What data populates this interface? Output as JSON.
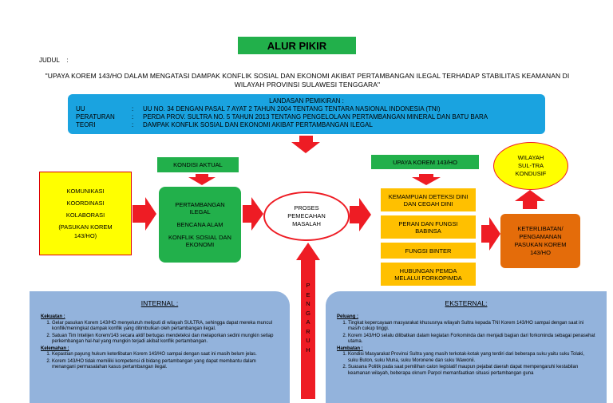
{
  "title": "ALUR PIKIR",
  "judul_label": "JUDUL    :",
  "judul_text": "\"UPAYA KOREM 143/HO DALAM MENGATASI DAMPAK KONFLIK SOSIAL DAN EKONOMI AKIBAT PERTAMBANGAN ILEGAL TERHADAP STABILITAS KEAMANAN DI WILAYAH PROVINSI SULAWESI TENGGARA\"",
  "landasan": {
    "title": "LANDASAN PEMIKIRAN :",
    "rows": [
      {
        "label": "UU",
        "colon": ":",
        "value": "UU NO. 34 DENGAN PASAL 7 AYAT 2 TAHUN 2004 TENTANG TENTARA NASIONAL INDONESIA (TNI)"
      },
      {
        "label": "PERATURAN",
        "colon": ":",
        "value": "PERDA PROV. SULTRA NO. 5 TAHUN 2013 TENTANG PENGELOLAAN PERTAMBANGAN MINERAL DAN BATU BARA"
      },
      {
        "label": "TEORI",
        "colon": ":",
        "value": "DAMPAK KONFLIK SOSIAL DAN EKONOMI AKIBAT PERTAMBANGAN ILEGAL"
      }
    ]
  },
  "left_box": [
    "KOMUNIKASI",
    "KOORDINASI",
    "KOLABORASI",
    "(PASUKAN KOREM 143/HO)"
  ],
  "kondisi_label": "KONDISI AKTUAL",
  "kondisi_items": [
    "PERTAMBANGAN ILEGAL",
    "BENCANA ALAM",
    "KONFLIK SOSIAL DAN EKONOMI"
  ],
  "proses_label": "PROSES PEMECAHAN MASALAH",
  "upaya_label": "UPAYA KOREM 143/HO",
  "upaya_items": [
    "KEMAMPUAN DETEKSI DINI DAN CEGAH DINI",
    "PERAN DAN FUNGSI BABINSA",
    "FUNGSI BINTER",
    "HUBUNGAN PEMDA MELALUI FORKOPIMDA"
  ],
  "wilayah_label": "WILAYAH SUL-TRA KONDUSIF",
  "keterlibatan_label": "KETERLIBATAN/ PENGAMANAN PASUKAN KOREM 143/HO",
  "pengaruh_letters": [
    "P",
    "E",
    "N",
    "G",
    "A",
    "R",
    "U",
    "H"
  ],
  "internal": {
    "title": "INTERNAL :",
    "kekuatan_label": "Kekuatan :",
    "kekuatan_items": [
      "Gelar pasukan Korem 143/HO menyeluruh meliputi di wilayah SULTRA, sehingga dapat mereka muncul konflik/meningkat dampak konflik yang ditimbulkan oleh pertambangan ilegal.",
      "Satuan Tim Intelijen Korem/143 secara aktif bertugas mendeteksi dan melaporkan sedini mungkin setiap perkembangan hal-hal yang mungkin terjadi akibat konflik pertambangan."
    ],
    "kelemahan_label": "Kelemahan :",
    "kelemahan_items": [
      "Kepastian payung hukum keterlibatan Korem 143/HO sampai dengan saat ini masih belum jelas.",
      "Korem 143/HO tidak memiliki kompetensi di bidang pertambangan yang dapat membantu dalam menangani permasalahan kasus pertambangan ilegal."
    ]
  },
  "eksternal": {
    "title": "EKSTERNAL:",
    "peluang_label": "Peluang :",
    "peluang_items": [
      "Tingkat kepercayaan masyarakat khususnya wilayah Sultra kepada TNI Korem 143/HO sampai dengan saat ini masih cukup tinggi.",
      "Korem 143/HO selalu dilibatkan dalam kegiatan Forkominda dan menjadi bagian dari forkominda sebagai penasehat utama."
    ],
    "hambatan_label": "Hambatan :",
    "hambatan_items": [
      "Kondisi Masyarakat Provinsi Sultra yang masih terkotak-kotak yang terdiri dari beberapa suku yaitu suku Tolaki, suku Buton, suku Muna, suku Moronene dan suku Wawonii.",
      "Suasana Politik pada saat pemilihan calon legislatif maupun pejabat daerah dapat mempengaruhi kestabilan keamanan wilayah, beberapa oknum Parpol memanfaatkan situasi pertambangan guna"
    ]
  },
  "colors": {
    "green": "#22b04b",
    "blue": "#1aa3e0",
    "red": "#ee1c24",
    "yellow": "#ffff00",
    "orange": "#ffc000",
    "dark_orange": "#e46c0a",
    "panel_blue": "#93b3dc"
  }
}
